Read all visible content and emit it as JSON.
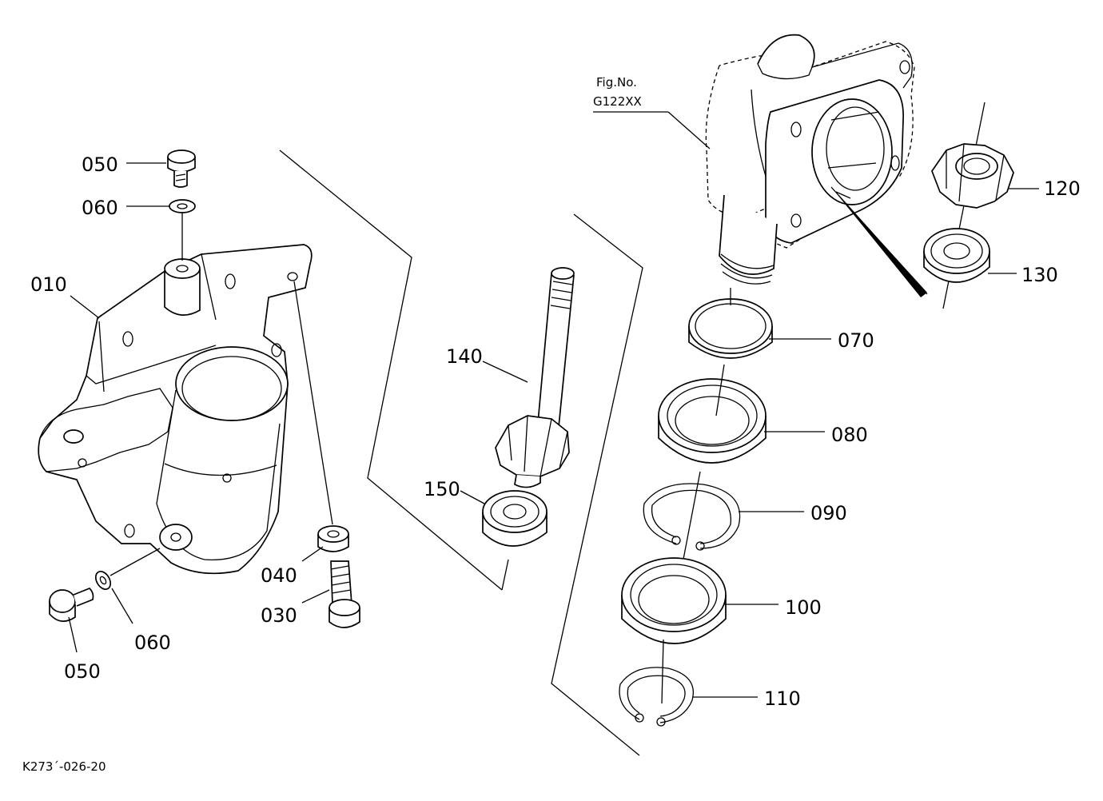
{
  "figure_ref": {
    "line1": "Fig.No.",
    "line2": "G122XX"
  },
  "drawing_code": "K273´-026-20",
  "callouts": {
    "p010": "010",
    "p030": "030",
    "p040": "040",
    "p050_top": "050",
    "p050_bottom": "050",
    "p060_top": "060",
    "p060_bottom": "060",
    "p070": "070",
    "p080": "080",
    "p090": "090",
    "p100": "100",
    "p110": "110",
    "p120": "120",
    "p130": "130",
    "p140": "140",
    "p150": "150"
  }
}
